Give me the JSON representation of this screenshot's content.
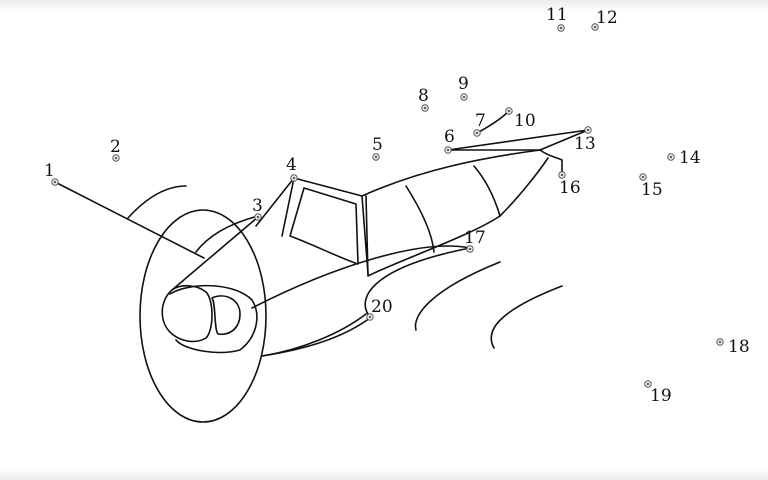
{
  "puzzle": {
    "dots": [
      {
        "label": "1"
      },
      {
        "label": "2"
      },
      {
        "label": "3"
      },
      {
        "label": "4"
      },
      {
        "label": "5"
      },
      {
        "label": "6"
      },
      {
        "label": "7"
      },
      {
        "label": "8"
      },
      {
        "label": "9"
      },
      {
        "label": "10"
      },
      {
        "label": "11"
      },
      {
        "label": "12"
      },
      {
        "label": "13"
      },
      {
        "label": "14"
      },
      {
        "label": "15"
      },
      {
        "label": "16"
      },
      {
        "label": "17"
      },
      {
        "label": "18"
      },
      {
        "label": "19"
      },
      {
        "label": "20"
      }
    ]
  },
  "colors": {
    "line": "#111111",
    "dot": "#666666",
    "background": "#ffffff"
  }
}
